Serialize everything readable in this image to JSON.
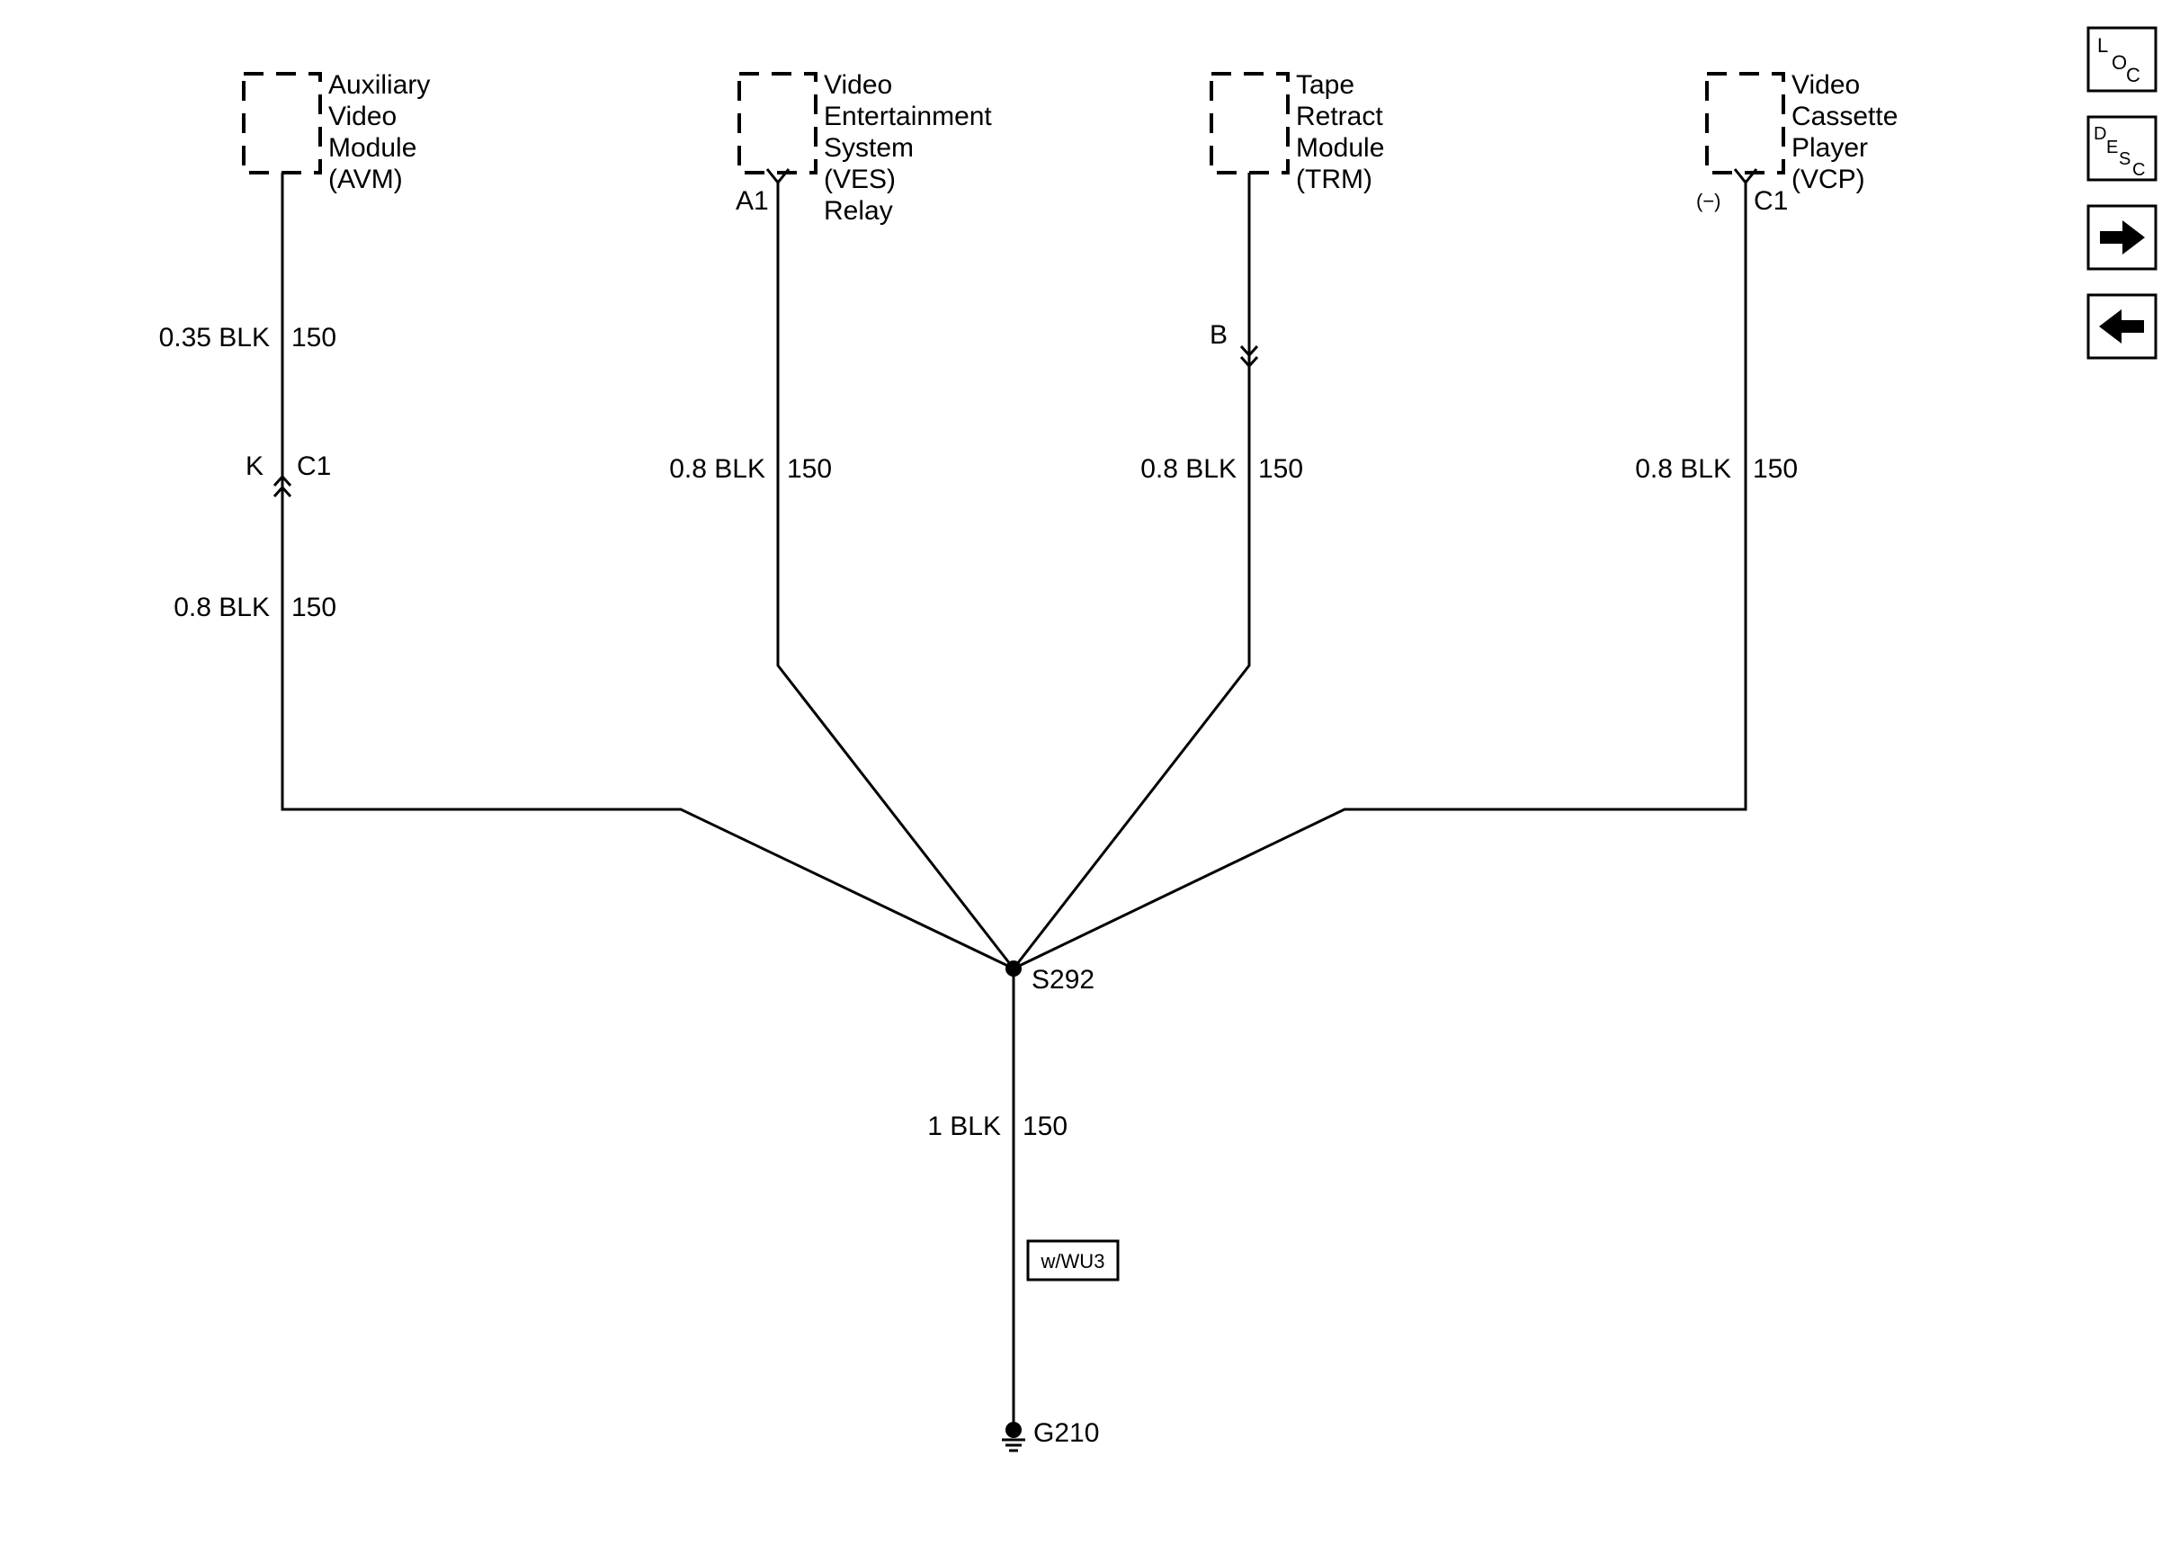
{
  "components": {
    "avm": [
      "Auxiliary",
      "Video",
      "Module",
      "(AVM)"
    ],
    "ves": [
      "Video",
      "Entertainment",
      "System",
      "(VES)",
      "Relay"
    ],
    "trm": [
      "Tape",
      "Retract",
      "Module",
      "(TRM)"
    ],
    "vcp": [
      "Video",
      "Cassette",
      "Player",
      "(VCP)"
    ]
  },
  "connectors": {
    "ves_pin": "A1",
    "trm_pin": "B",
    "avm_pin": "K",
    "avm_conn": "C1",
    "vcp_pin": "(−)",
    "vcp_conn": "C1"
  },
  "wires": {
    "avm_upper": {
      "gauge": "0.35 BLK",
      "circuit": "150"
    },
    "avm_lower": {
      "gauge": "0.8 BLK",
      "circuit": "150"
    },
    "ves": {
      "gauge": "0.8 BLK",
      "circuit": "150"
    },
    "trm": {
      "gauge": "0.8 BLK",
      "circuit": "150"
    },
    "vcp": {
      "gauge": "0.8 BLK",
      "circuit": "150"
    },
    "ground": {
      "gauge": "1 BLK",
      "circuit": "150"
    }
  },
  "splice": "S292",
  "option_box": "w/WU3",
  "ground": "G210",
  "nav": {
    "loc": {
      "l1": "L",
      "l2": "O",
      "l3": "C"
    },
    "desc": {
      "l1": "D",
      "l2": "E",
      "l3": "S",
      "l4": "C"
    },
    "next_icon": "right-arrow-icon",
    "prev_icon": "left-arrow-icon"
  }
}
